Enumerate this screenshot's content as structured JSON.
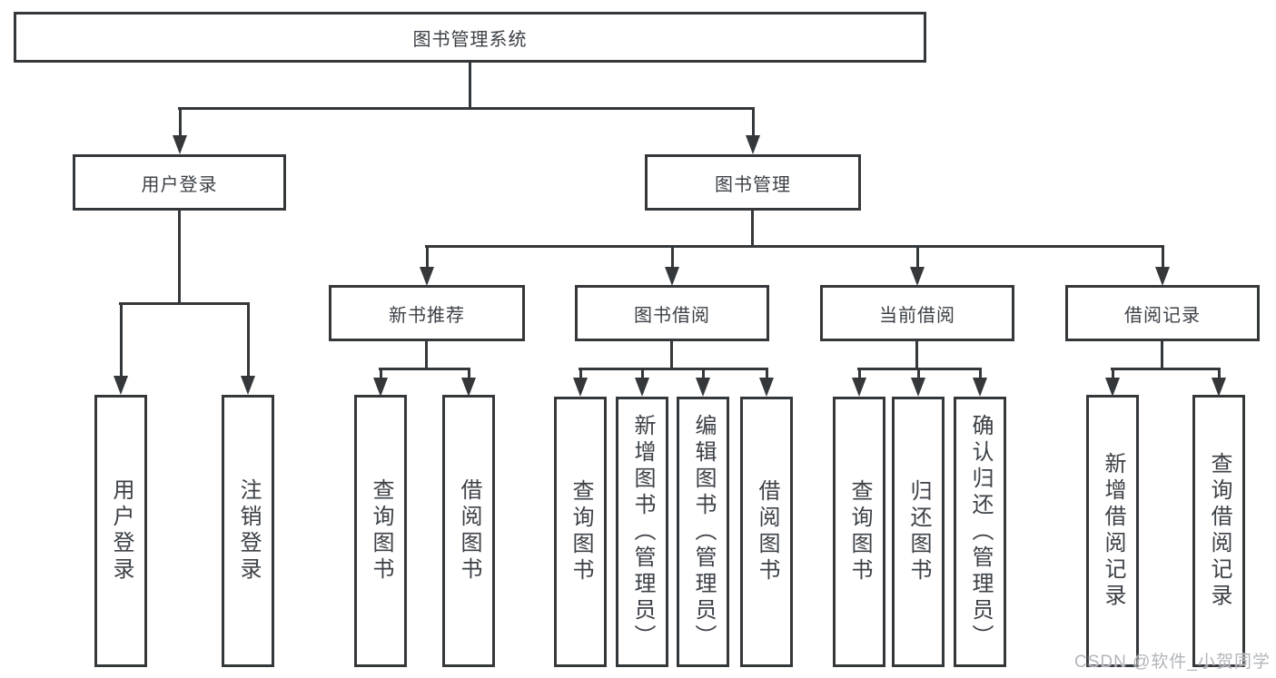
{
  "tree": {
    "root": {
      "label": "图书管理系统",
      "children": [
        {
          "label": "用户登录",
          "children": [
            {
              "label": "用户登录"
            },
            {
              "label": "注销登录"
            }
          ]
        },
        {
          "label": "图书管理",
          "children": [
            {
              "label": "新书推荐",
              "children": [
                {
                  "label": "查询图书"
                },
                {
                  "label": "借阅图书"
                }
              ]
            },
            {
              "label": "图书借阅",
              "children": [
                {
                  "label": "查询图书"
                },
                {
                  "label": "新增图书（管理员）"
                },
                {
                  "label": "编辑图书（管理员）"
                },
                {
                  "label": "借阅图书"
                }
              ]
            },
            {
              "label": "当前借阅",
              "children": [
                {
                  "label": "查询图书"
                },
                {
                  "label": "归还图书"
                },
                {
                  "label": "确认归还（管理员）"
                }
              ]
            },
            {
              "label": "借阅记录",
              "children": [
                {
                  "label": "新增借阅记录"
                },
                {
                  "label": "查询借阅记录"
                }
              ]
            }
          ]
        }
      ]
    }
  },
  "watermark": {
    "text": "CSDN @软件_小贺同学"
  },
  "colors": {
    "line": "#35383b",
    "text": "#3c4147",
    "box_background": "#ffffff",
    "watermark": "#b3b6bb"
  }
}
